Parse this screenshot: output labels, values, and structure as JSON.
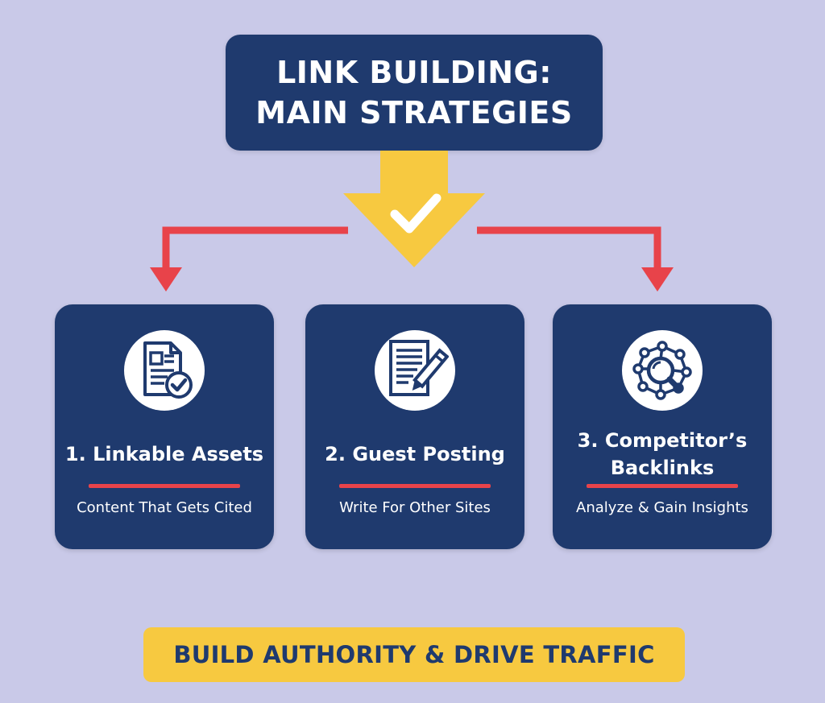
{
  "title": {
    "line1": "LINK BUILDING:",
    "line2": "MAIN STRATEGIES"
  },
  "colors": {
    "background": "#c9c9e8",
    "navy": "#1f3a6e",
    "accent_red": "#e8434a",
    "yellow": "#f7c940",
    "white": "#ffffff"
  },
  "center_arrow": {
    "icon": "checkmark-icon"
  },
  "cards": [
    {
      "title": "1. Linkable Assets",
      "subtitle": "Content That Gets Cited",
      "icon": "document-check-icon"
    },
    {
      "title": "2. Guest Posting",
      "subtitle": "Write For Other Sites",
      "icon": "document-pen-icon"
    },
    {
      "title": "3. Competitor’s\nBacklinks",
      "subtitle": "Analyze & Gain Insights",
      "icon": "network-magnifier-icon"
    }
  ],
  "footer": {
    "text": "BUILD AUTHORITY & DRIVE TRAFFIC"
  }
}
